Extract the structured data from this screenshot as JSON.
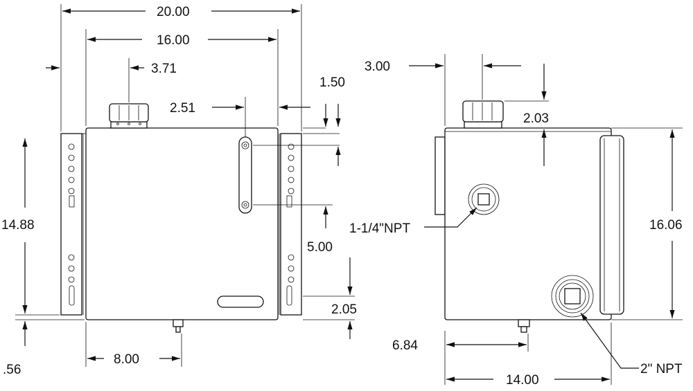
{
  "front_view": {
    "width_overall": "20.00",
    "width_tank": "16.00",
    "cap_offset": "3.71",
    "sight_offset": "2.51",
    "top_offset": "1.50",
    "height_mount": "14.88",
    "sight_spacing": "5.00",
    "bottom_slot": "2.05",
    "drain_offset": "8.00",
    "drain_height": ".56"
  },
  "side_view": {
    "cap_offset": "3.00",
    "cap_height": "2.03",
    "port_small_label": "1-1/4\"NPT",
    "height_overall": "16.06",
    "drain_offset": "6.84",
    "depth": "14.00",
    "port_large_label": "2\" NPT"
  }
}
